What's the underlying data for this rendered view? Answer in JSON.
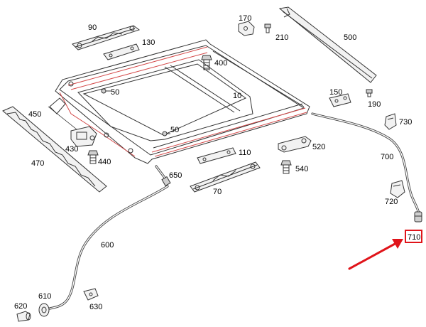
{
  "diagram": {
    "part_numbers": {
      "p10": "10",
      "p50a": "50",
      "p50b": "50",
      "p70": "70",
      "p90": "90",
      "p110": "110",
      "p130": "130",
      "p150": "150",
      "p170": "170",
      "p190": "190",
      "p210": "210",
      "p400": "400",
      "p430": "430",
      "p440": "440",
      "p450": "450",
      "p470": "470",
      "p500": "500",
      "p520": "520",
      "p540": "540",
      "p600": "600",
      "p610": "610",
      "p620": "620",
      "p630": "630",
      "p650": "650",
      "p700": "700",
      "p710": "710",
      "p720": "720",
      "p730": "730"
    },
    "colors": {
      "highlight": "#e0141a",
      "frame_accent": "#d44a4a",
      "line": "#333333"
    }
  }
}
